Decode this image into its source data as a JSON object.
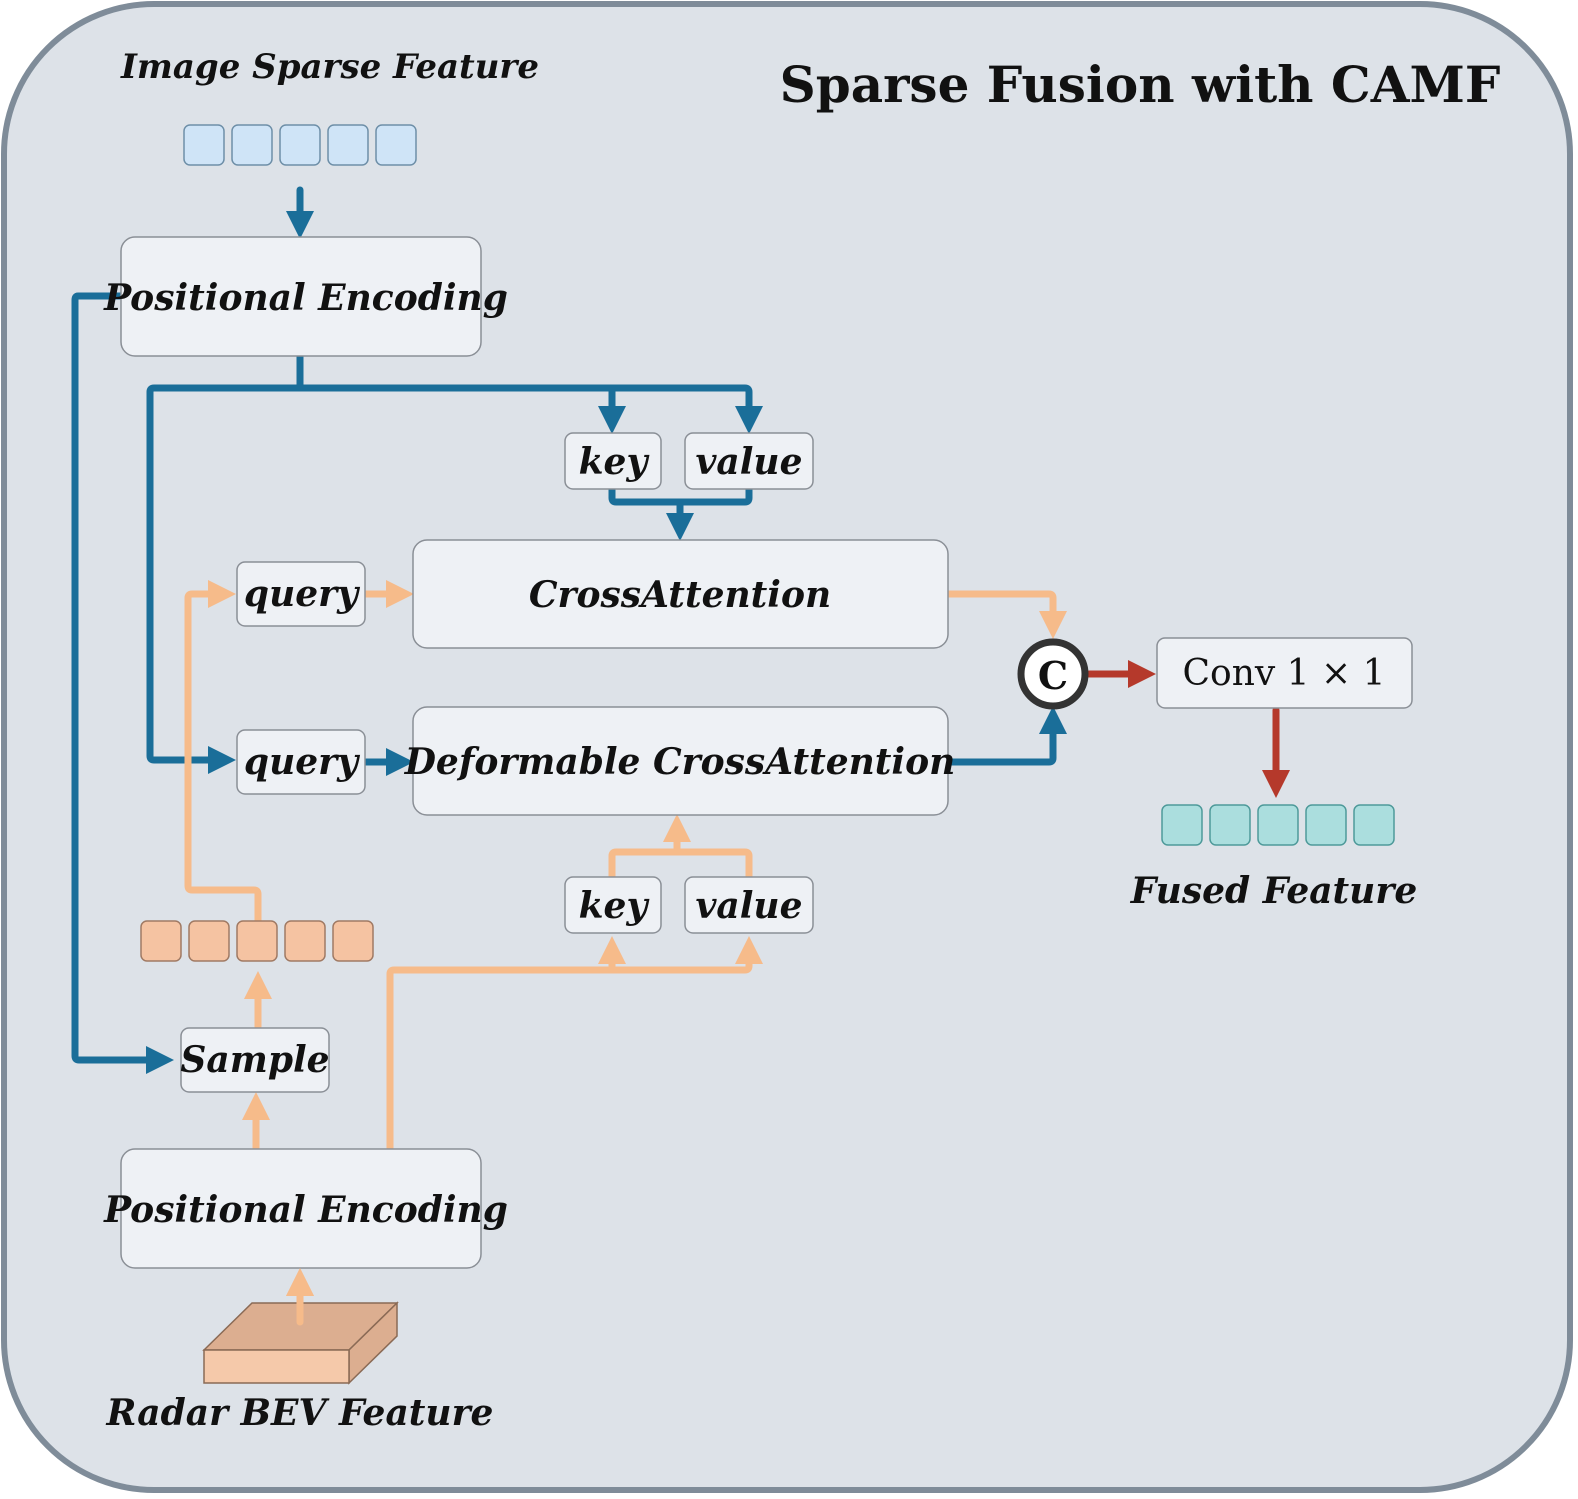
{
  "title": "Sparse Fusion with CAMF",
  "labels": {
    "image_sparse_feature": "Image Sparse Feature",
    "positional_encoding_top": "Positional Encoding",
    "positional_encoding_bottom": "Positional Encoding",
    "key_top": "key",
    "value_top": "value",
    "query_top": "query",
    "query_bottom": "query",
    "cross_attention": "CrossAttention",
    "deformable_cross_attention": "Deformable CrossAttention",
    "key_bottom": "key",
    "value_bottom": "value",
    "concat_symbol": "C",
    "conv": "Conv 1 × 1",
    "fused_feature": "Fused Feature",
    "sample": "Sample",
    "radar_bev_feature": "Radar BEV Feature"
  },
  "colors": {
    "background": "#dde2e8",
    "border": "#7f8c99",
    "image_flow": "#1a6e99",
    "radar_flow": "#f6bb8a",
    "output_flow": "#b5392b",
    "image_token": "#cfe4f7",
    "radar_token": "#f5c3a2",
    "fused_token": "#abdede"
  }
}
